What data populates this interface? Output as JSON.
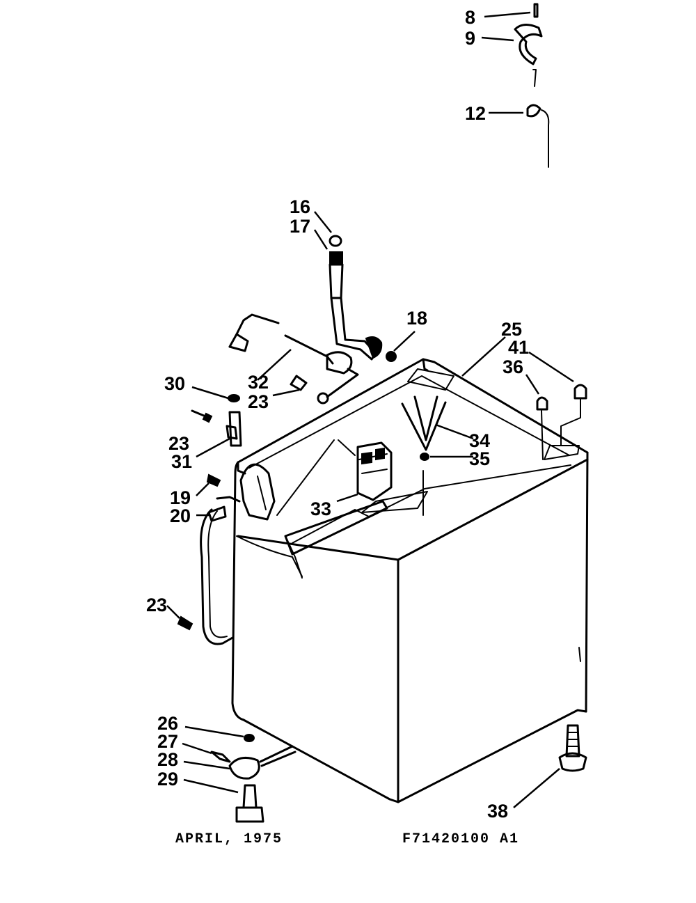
{
  "callouts": [
    {
      "id": "c8",
      "label": "8"
    },
    {
      "id": "c9",
      "label": "9"
    },
    {
      "id": "c12",
      "label": "12"
    },
    {
      "id": "c16",
      "label": "16"
    },
    {
      "id": "c17",
      "label": "17"
    },
    {
      "id": "c18",
      "label": "18"
    },
    {
      "id": "c25",
      "label": "25"
    },
    {
      "id": "c41",
      "label": "41"
    },
    {
      "id": "c36",
      "label": "36"
    },
    {
      "id": "c30",
      "label": "30"
    },
    {
      "id": "c32",
      "label": "32"
    },
    {
      "id": "c23a",
      "label": "23"
    },
    {
      "id": "c23b",
      "label": "23"
    },
    {
      "id": "c31",
      "label": "31"
    },
    {
      "id": "c34",
      "label": "34"
    },
    {
      "id": "c35",
      "label": "35"
    },
    {
      "id": "c19",
      "label": "19"
    },
    {
      "id": "c20",
      "label": "20"
    },
    {
      "id": "c33",
      "label": "33"
    },
    {
      "id": "c23c",
      "label": "23"
    },
    {
      "id": "c26",
      "label": "26"
    },
    {
      "id": "c27",
      "label": "27"
    },
    {
      "id": "c28",
      "label": "28"
    },
    {
      "id": "c29",
      "label": "29"
    },
    {
      "id": "c38",
      "label": "38"
    }
  ],
  "footer": {
    "date": "APRIL, 1975",
    "part_number": "F71420100 A1"
  }
}
